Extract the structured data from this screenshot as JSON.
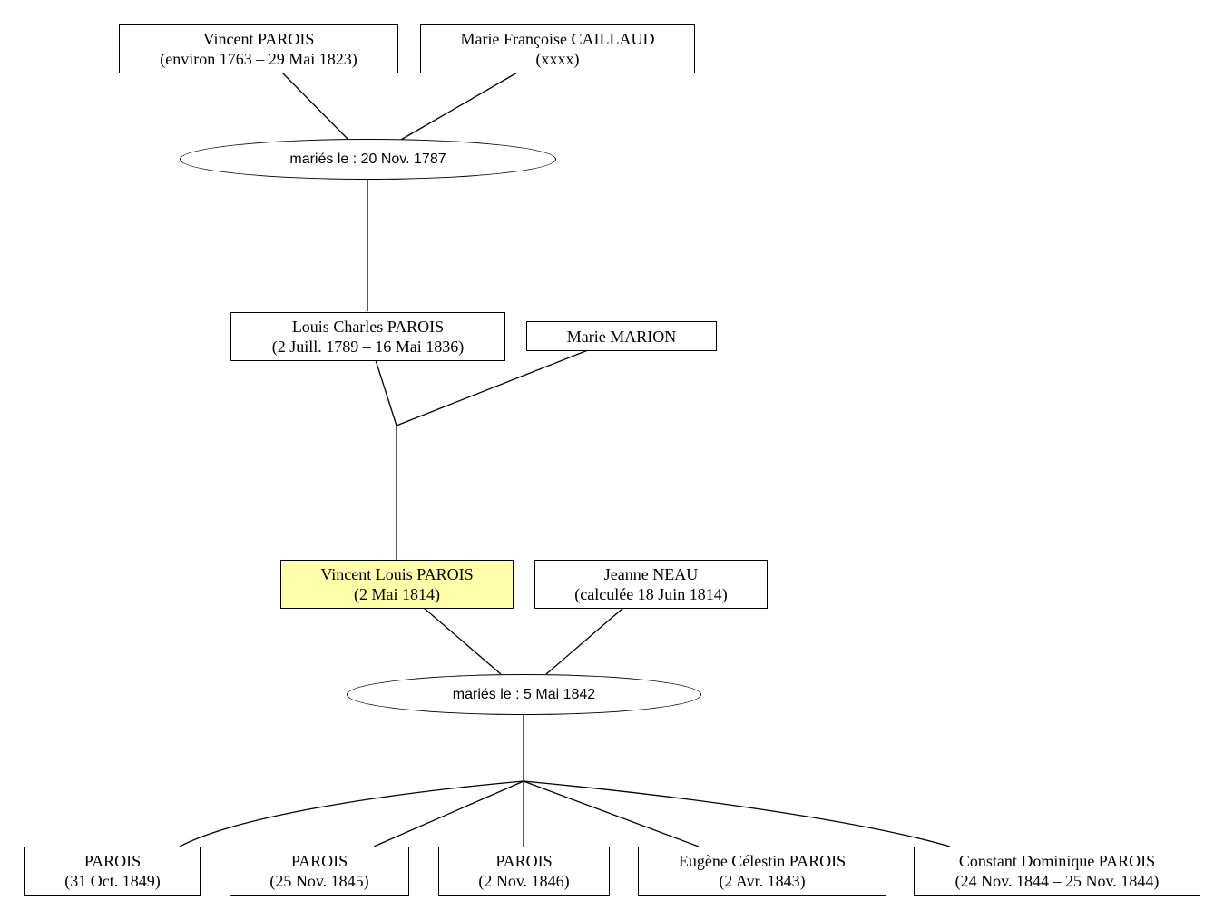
{
  "persons": {
    "vincent_sr": {
      "name": "Vincent PAROIS",
      "dates": "(environ 1763 – 29 Mai 1823)"
    },
    "marie_francoise": {
      "name": "Marie Françoise CAILLAUD",
      "dates": "(xxxx)"
    },
    "louis_charles": {
      "name": "Louis Charles PAROIS",
      "dates": "(2 Juill. 1789 – 16 Mai 1836)"
    },
    "marie_marion": {
      "name": "Marie MARION"
    },
    "vincent_louis": {
      "name": "Vincent Louis PAROIS",
      "dates": "(2 Mai 1814)"
    },
    "jeanne_neau": {
      "name": "Jeanne NEAU",
      "dates": "(calculée 18 Juin 1814)"
    }
  },
  "marriages": {
    "m1787": "mariés le : 20 Nov. 1787",
    "m1842": "mariés le : 5 Mai 1842"
  },
  "children": [
    {
      "name": "PAROIS",
      "dates": "(31 Oct. 1849)"
    },
    {
      "name": "PAROIS",
      "dates": "(25 Nov. 1845)"
    },
    {
      "name": "PAROIS",
      "dates": "(2 Nov. 1846)"
    },
    {
      "name": "Eugène Célestin PAROIS",
      "dates": "(2 Avr. 1843)"
    },
    {
      "name": "Constant Dominique PAROIS",
      "dates": "(24 Nov. 1844 – 25 Nov. 1844)"
    }
  ],
  "colors": {
    "highlight": "#ffffaa",
    "line": "#000000",
    "background": "#ffffff"
  }
}
